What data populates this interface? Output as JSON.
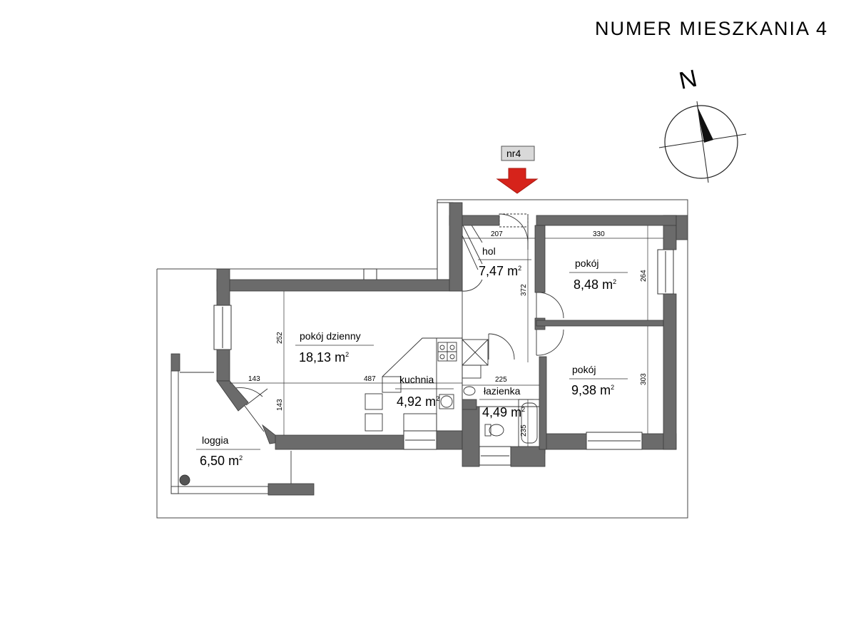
{
  "title": "NUMER MIESZKANIA 4",
  "compass_label": "N",
  "entrance_badge": "nr4",
  "colors": {
    "wall": "#6b6b6b",
    "arrow": "#d6231b",
    "line": "#222222",
    "badge_bg": "#d9d9d9"
  },
  "rooms": [
    {
      "name": "hol",
      "area": "7,47",
      "unit": "m",
      "sup": "2"
    },
    {
      "name": "pokój",
      "area": "8,48",
      "unit": "m",
      "sup": "2"
    },
    {
      "name": "pokój dzienny",
      "area": "18,13",
      "unit": "m",
      "sup": "2"
    },
    {
      "name": "kuchnia",
      "area": "4,92",
      "unit": "m",
      "sup": "2"
    },
    {
      "name": "łazienka",
      "area": "4,49",
      "unit": "m",
      "sup": "2"
    },
    {
      "name": "pokój",
      "area": "9,38",
      "unit": "m",
      "sup": "2"
    },
    {
      "name": "loggia",
      "area": "6,50",
      "unit": "m",
      "sup": "2"
    }
  ],
  "dimensions": [
    "207",
    "330",
    "372",
    "264",
    "252",
    "487",
    "225",
    "303",
    "143",
    "143",
    "235"
  ]
}
